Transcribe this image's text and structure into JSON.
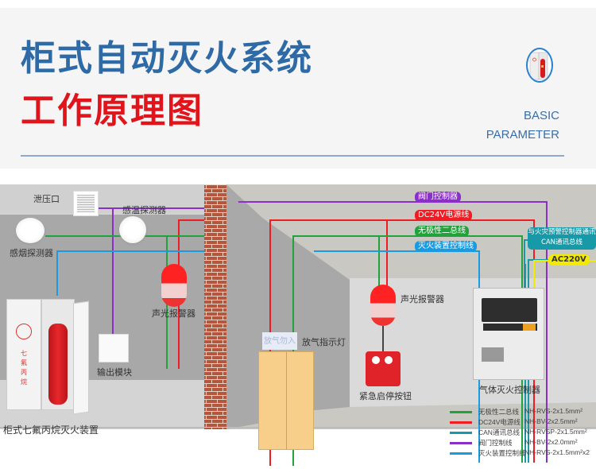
{
  "header": {
    "title_line1": "柜式自动灭火系统",
    "title_line2": "工作原理图",
    "subtitle_line1": "BASIC",
    "subtitle_line2": "PARAMETER",
    "badge_icon": "fire-extinguisher-cabinet-icon"
  },
  "colors": {
    "title_blue": "#2e6aa6",
    "title_red": "#e0141a",
    "valve_purple": "#8b2fc9",
    "power_red": "#ef1c24",
    "bus_green": "#22a23a",
    "control_blue": "#1a9be0",
    "can_teal": "#1799a8",
    "ac_yellow": "#f2ea00"
  },
  "diagram": {
    "left_room": {
      "pressure_relief_vent": "泄压口",
      "smoke_detector": "感烟探测器",
      "heat_detector": "感温探测器",
      "sound_light_alarm": "声光报警器",
      "output_module": "输出模块",
      "cabinet_device": "柜式七氟丙烷灭火装置",
      "cabinet_panel_text": [
        "七",
        "氟",
        "丙",
        "烷"
      ]
    },
    "right_room": {
      "release_indicator_sign": "放气勿入",
      "release_indicator_label": "放气指示灯",
      "sound_light_alarm": "声光报警器",
      "emergency_button": "紧急启停按钮",
      "controller": "气体灭火控制器"
    },
    "wire_tags": {
      "valve": "阀门控制器",
      "power": "DC24V电源线",
      "bus": "无极性二总线",
      "control": "灭火装置控制线",
      "can_line1": "与火灾预警控制器通讯",
      "can_line2": "CAN通讯总线",
      "ac": "AC220V"
    }
  },
  "legend": [
    {
      "name": "无极性二总线",
      "spec": "NH-RVS-2x1.5mm²",
      "color": "#22a23a"
    },
    {
      "name": "DC24V电源线",
      "spec": "NH-BV-2x2.5mm²",
      "color": "#ef1c24"
    },
    {
      "name": "CAN通讯总线",
      "spec": "NH-RVSP-2x1.5mm²",
      "color": "#1799a8"
    },
    {
      "name": "阀门控制线",
      "spec": "NH-BV-2x2.0mm²",
      "color": "#8b2fc9"
    },
    {
      "name": "灭火装置控制线",
      "spec": "NH-RVS-2x1.5mm²x2",
      "color": "#1a9be0"
    }
  ]
}
